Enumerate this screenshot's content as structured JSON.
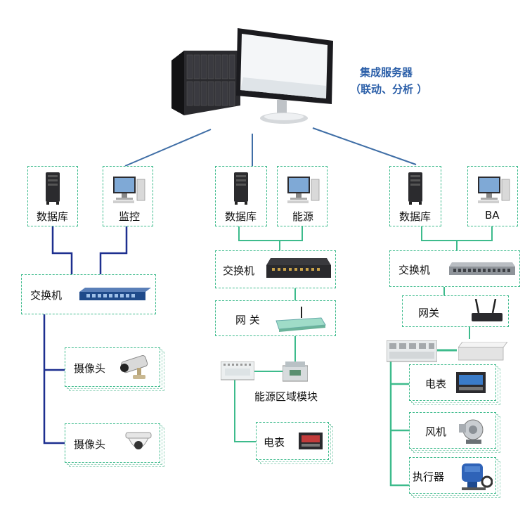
{
  "server": {
    "title": "集成服务器",
    "subtitle": "（联动、分析 ）"
  },
  "left": {
    "db_label": "数据库",
    "monitor_label": "监控",
    "switch_label": "交换机",
    "camera1_label": "摄像头",
    "camera2_label": "摄像头"
  },
  "middle": {
    "db_label": "数据库",
    "energy_label": "能源",
    "switch_label": "交换机",
    "gateway_label": "网 关",
    "module_label": "能源区域模块",
    "meter_label": "电表"
  },
  "right": {
    "db_label": "数据库",
    "ba_label": "BA",
    "switch_label": "交换机",
    "gateway_label": "网关",
    "meter_label": "电表",
    "fan_label": "风机",
    "actuator_label": "执行器"
  },
  "colors": {
    "green": "#3dbb8c",
    "navy": "#1d2f8f",
    "steel": "#3f6ea6"
  }
}
